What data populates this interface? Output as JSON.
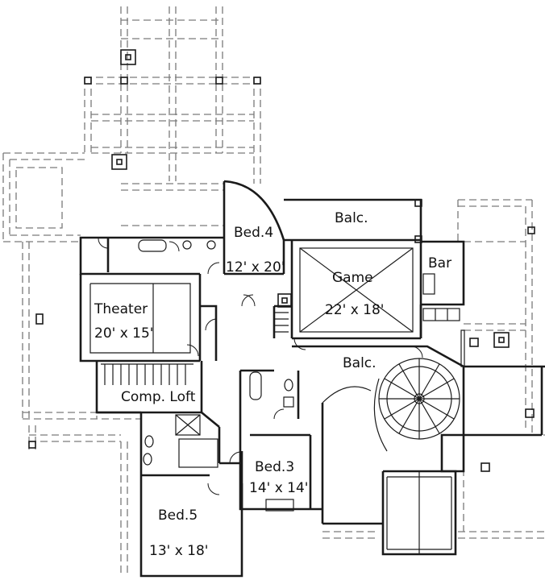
{
  "plan": {
    "line_color": "#1a1a1a",
    "dash_color": "#7a7a7a",
    "rooms": [
      {
        "id": "bed4",
        "name": "Bed.4",
        "size": "12' x 20'"
      },
      {
        "id": "balc-top",
        "name": "Balc."
      },
      {
        "id": "bar",
        "name": "Bar"
      },
      {
        "id": "game",
        "name": "Game",
        "size": "22' x 18'"
      },
      {
        "id": "theater",
        "name": "Theater",
        "size": "20' x 15'"
      },
      {
        "id": "balc-mid",
        "name": "Balc."
      },
      {
        "id": "comp-loft",
        "name": "Comp. Loft"
      },
      {
        "id": "bed3",
        "name": "Bed.3",
        "size": "14' x 14'"
      },
      {
        "id": "bed5",
        "name": "Bed.5",
        "size": "13' x 18'"
      }
    ]
  }
}
